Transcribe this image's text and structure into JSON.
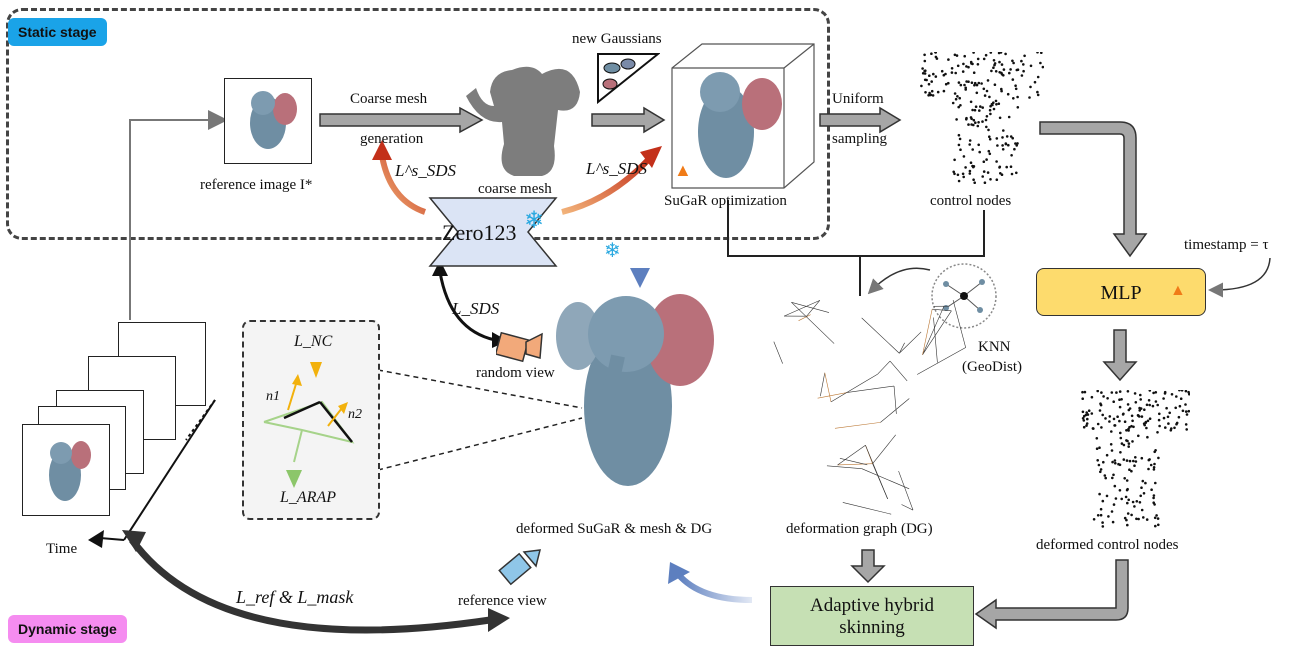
{
  "stages": {
    "static": "Static stage",
    "dynamic": "Dynamic stage"
  },
  "labels": {
    "reference_image": "reference image I*",
    "coarse_mesh_arrow_top": "Coarse mesh",
    "coarse_mesh_arrow_bottom": "generation",
    "coarse_mesh": "coarse mesh",
    "new_gaussians": "new Gaussians",
    "sugar_optimization": "SuGaR optimization",
    "uniform": "Uniform",
    "sampling": "sampling",
    "control_nodes": "control nodes",
    "zero123": "Zero123",
    "timestamp": "timestamp = τ",
    "mlp": "MLP",
    "knn": "KNN",
    "geodist": "(GeoDist)",
    "random_view": "random view",
    "deformed_sugar": "deformed SuGaR & mesh & DG",
    "deformation_graph": "deformation graph (DG)",
    "deformed_control_nodes": "deformed control nodes",
    "adaptive_skinning": "Adaptive hybrid skinning",
    "reference_view": "reference view",
    "time": "Time"
  },
  "losses": {
    "sds_static_left": "L^s_SDS",
    "sds_static_right": "L^s_SDS",
    "sds": "L_SDS",
    "nc": "L_NC",
    "arap": "L_ARAP",
    "n1": "n1",
    "n2": "n2",
    "ref_mask": "L_ref & L_mask"
  },
  "colors": {
    "static_badge": "#1aa3e8",
    "dynamic_badge": "#f58cf0",
    "zero123_fill": "#dbe4f5",
    "mlp_fill": "#fddb6d",
    "skinning_fill": "#c6e0b4",
    "arrow_gray": "#9a9a9a",
    "elephant_blue": "#6f8ea3",
    "elephant_ear": "#b9707a"
  },
  "icons": [
    "snowflake-icon",
    "flame-icon",
    "camera-icon"
  ]
}
